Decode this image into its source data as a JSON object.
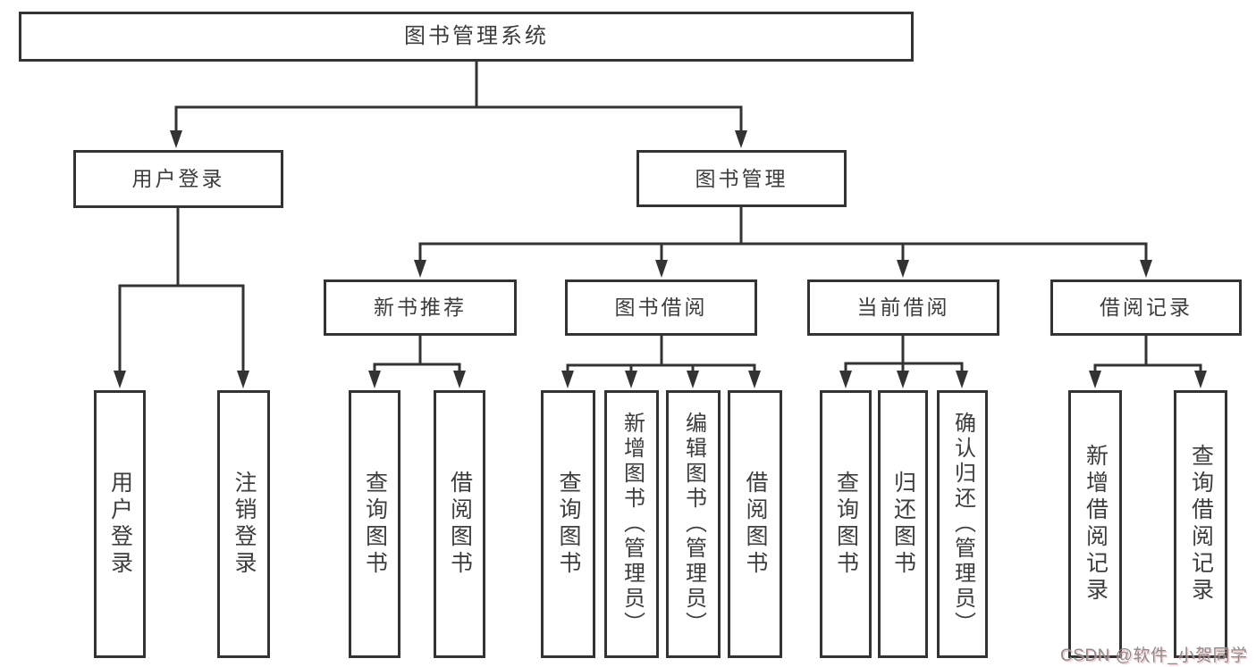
{
  "diagram_title": "图书管理系统",
  "nodes": {
    "root": {
      "label": "图书管理系统"
    },
    "level2": [
      {
        "id": "user-login",
        "label": "用户登录"
      },
      {
        "id": "book-management",
        "label": "图书管理"
      }
    ],
    "level3": [
      {
        "id": "new-book-recommend",
        "label": "新书推荐",
        "parent": "图书管理"
      },
      {
        "id": "book-borrow",
        "label": "图书借阅",
        "parent": "图书管理"
      },
      {
        "id": "current-borrow",
        "label": "当前借阅",
        "parent": "图书管理"
      },
      {
        "id": "borrow-records",
        "label": "借阅记录",
        "parent": "图书管理"
      }
    ],
    "leaves": [
      {
        "id": "leaf-user-login",
        "label": "用户登录",
        "parent": "用户登录"
      },
      {
        "id": "leaf-logout",
        "label": "注销登录",
        "parent": "用户登录"
      },
      {
        "id": "leaf-query-books-1",
        "label": "查询图书",
        "parent": "新书推荐"
      },
      {
        "id": "leaf-borrow-books-1",
        "label": "借阅图书",
        "parent": "新书推荐"
      },
      {
        "id": "leaf-query-books-2",
        "label": "查询图书",
        "parent": "图书借阅"
      },
      {
        "id": "leaf-add-books-admin",
        "label": "新增图书（管理员）",
        "parent": "图书借阅"
      },
      {
        "id": "leaf-edit-books-admin",
        "label": "编辑图书（管理员）",
        "parent": "图书借阅"
      },
      {
        "id": "leaf-borrow-books-2",
        "label": "借阅图书",
        "parent": "图书借阅"
      },
      {
        "id": "leaf-query-books-3",
        "label": "查询图书",
        "parent": "当前借阅"
      },
      {
        "id": "leaf-return-books",
        "label": "归还图书",
        "parent": "当前借阅"
      },
      {
        "id": "leaf-confirm-return-admin",
        "label": "确认归还（管理员）",
        "parent": "当前借阅"
      },
      {
        "id": "leaf-add-borrow-record",
        "label": "新增借阅记录",
        "parent": "借阅记录"
      },
      {
        "id": "leaf-query-borrow-record",
        "label": "查询借阅记录",
        "parent": "借阅记录"
      }
    ]
  },
  "watermark": {
    "text": "CSDN @软件_小贺同学"
  },
  "colors": {
    "line": "#333333",
    "box_border": "#333333",
    "text": "#3d3d3d",
    "watermark": "#8c8c8c",
    "background": "#ffffff"
  }
}
